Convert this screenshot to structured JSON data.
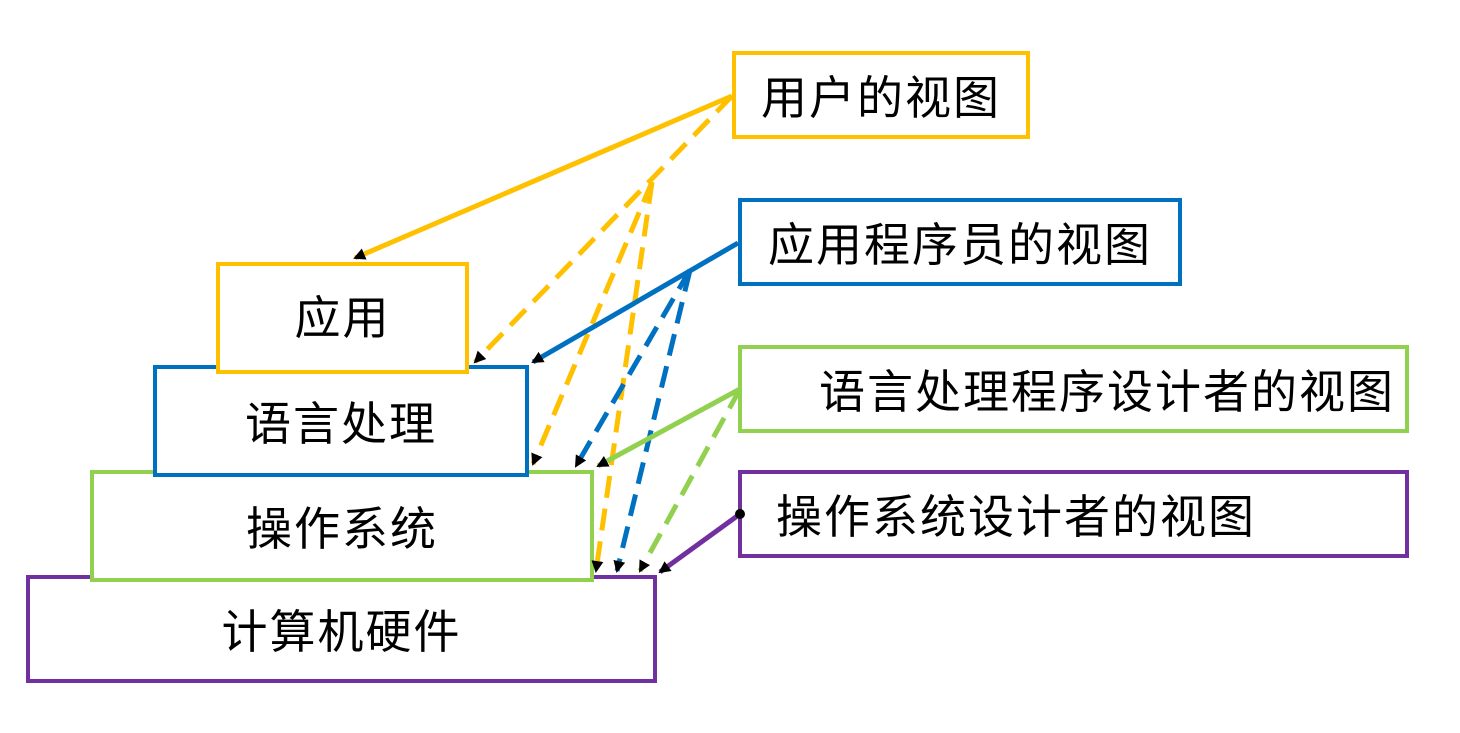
{
  "layers": {
    "application": "应用",
    "language_processing": "语言处理",
    "operating_system": "操作系统",
    "hardware": "计算机硬件"
  },
  "views": {
    "user": "用户的视图",
    "application_programmer": "应用程序员的视图",
    "language_processor_designer": "语言处理程序设计者的视图",
    "os_designer": "操作系统设计者的视图"
  },
  "colors": {
    "user": "#FFC000",
    "application_programmer": "#0070C0",
    "language_processor_designer": "#92D050",
    "os_designer": "#7030A0"
  }
}
